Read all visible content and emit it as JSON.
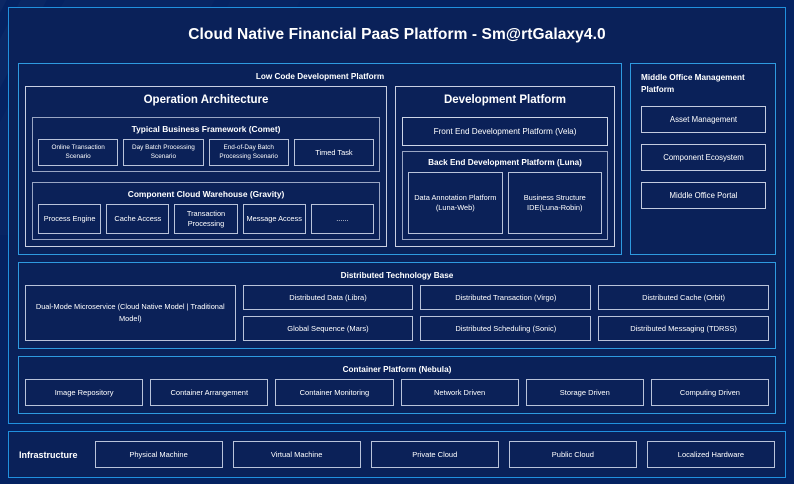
{
  "title": "Cloud Native Financial PaaS Platform - Sm@rtGalaxy4.0",
  "colors": {
    "page_background": "#052261",
    "panel_background": "#0a2159",
    "accent_border": "#2090de",
    "box_border": "#b9c3da",
    "text": "#ffffff"
  },
  "low_code": {
    "title": "Low Code Development Platform",
    "operation_architecture": {
      "title": "Operation Architecture",
      "groups": [
        {
          "title": "Typical Business Framework (Comet)",
          "items": [
            "Online Transaction Scenario",
            "Day Batch Processing Scenario",
            "End-of-Day Batch Processing Scenario",
            "Timed Task"
          ]
        },
        {
          "title": "Component Cloud Warehouse (Gravity)",
          "items": [
            "Process Engine",
            "Cache Access",
            "Transaction Processing",
            "Message Access",
            "......"
          ]
        }
      ]
    },
    "development_platform": {
      "title": "Development Platform",
      "front_end": "Front End Development Platform (Vela)",
      "back_end": {
        "title": "Back End Development Platform (Luna)",
        "items": [
          "Data Annotation Platform (Luna-Web)",
          "Business Structure IDE(Luna-Robin)"
        ]
      }
    }
  },
  "middle_office": {
    "title": "Middle Office Management Platform",
    "items": [
      "Asset Management",
      "Component Ecosystem",
      "Middle Office Portal"
    ]
  },
  "distributed_technology_base": {
    "title": "Distributed Technology Base",
    "primary": "Dual-Mode Microservice (Cloud Native Model | Traditional Model)",
    "columns": [
      {
        "top": "Distributed Data (Libra)",
        "bottom": "Global Sequence (Mars)"
      },
      {
        "top": "Distributed Transaction (Virgo)",
        "bottom": "Distributed Scheduling (Sonic)"
      },
      {
        "top": "Distributed Cache (Orbit)",
        "bottom": "Distributed Messaging (TDRSS)"
      }
    ]
  },
  "container_platform": {
    "title": "Container Platform (Nebula)",
    "items": [
      "Image Repository",
      "Container Arrangement",
      "Container Monitoring",
      "Network Driven",
      "Storage Driven",
      "Computing Driven"
    ]
  },
  "infrastructure": {
    "label": "Infrastructure",
    "items": [
      "Physical Machine",
      "Virtual Machine",
      "Private Cloud",
      "Public Cloud",
      "Localized Hardware"
    ]
  }
}
